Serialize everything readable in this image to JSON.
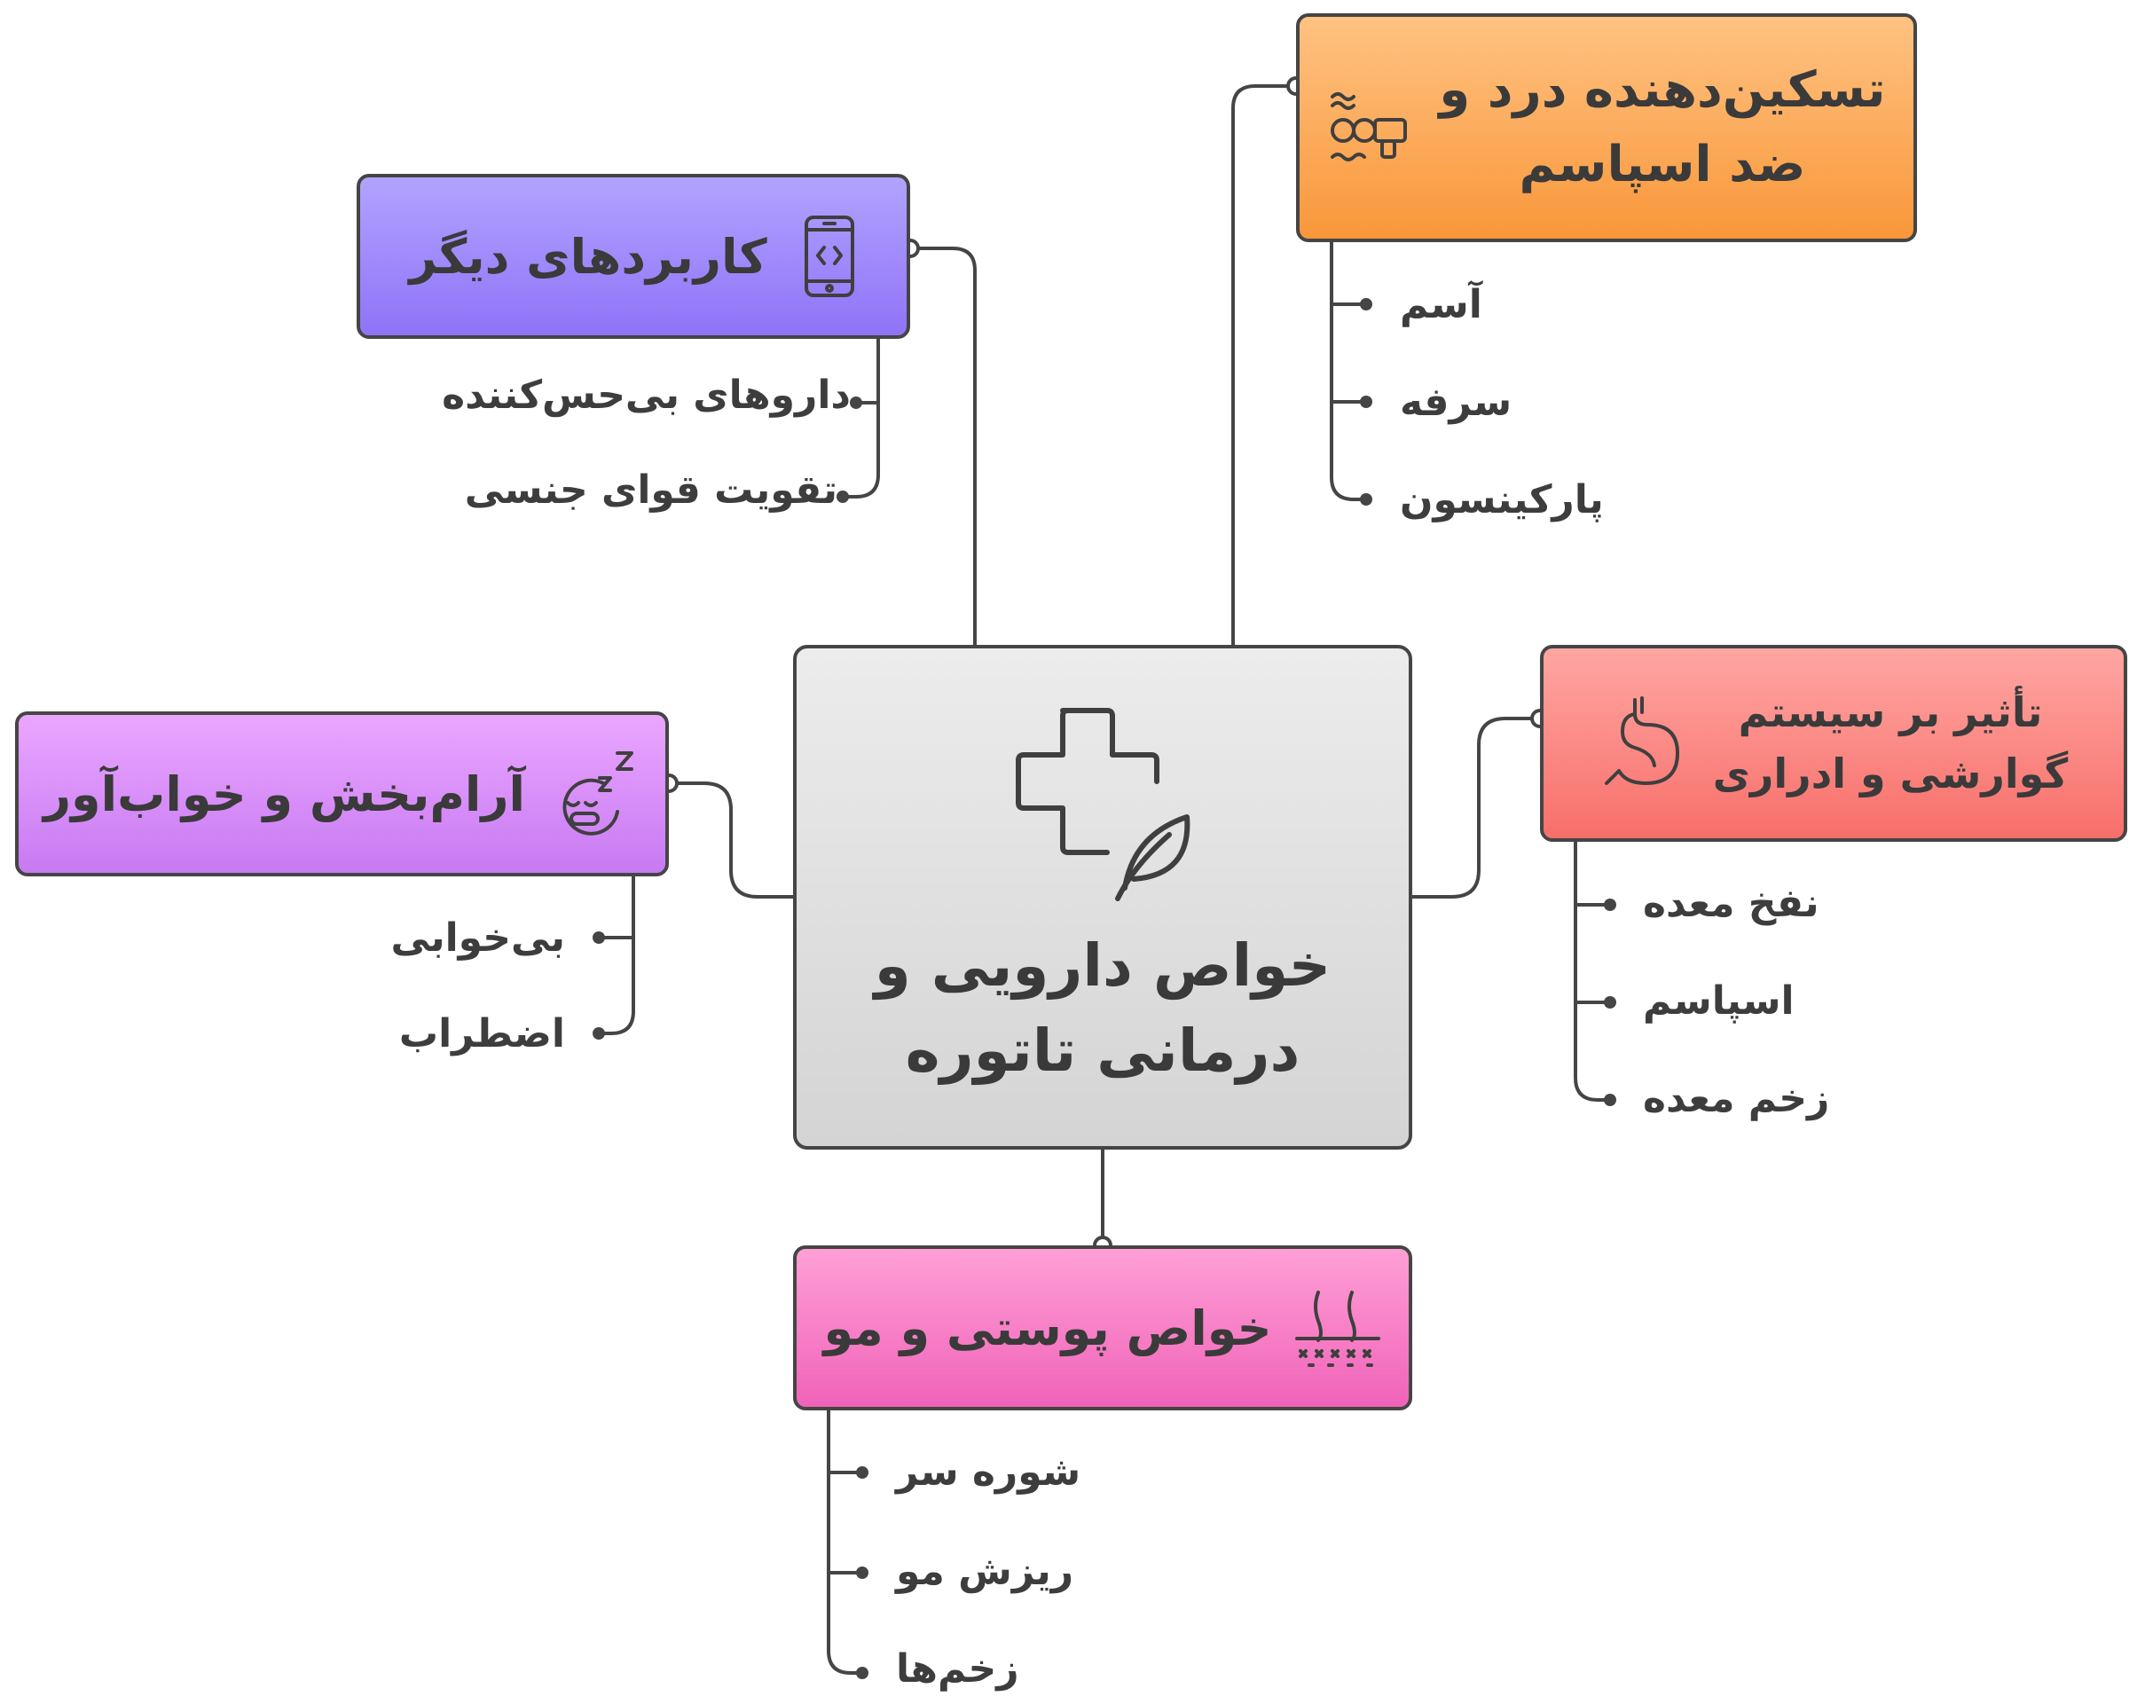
{
  "center": {
    "line1": "خواص دارویی و",
    "line2": "درمانی تاتوره",
    "icon": "medical-cross-leaf-icon"
  },
  "branches": {
    "other": {
      "title": "کاربردهای دیگر",
      "icon": "mobile-code-icon",
      "color": "#9b82fb",
      "items": [
        "داروهای بی‌حس‌کننده",
        "تقویت قوای جنسی"
      ]
    },
    "pain": {
      "line1": "تسکین‌دهنده درد و",
      "line2": "ضد اسپاسم",
      "icon": "tape-massager-icon",
      "color": "#fba85a",
      "items": [
        "آسم",
        "سرفه",
        "پارکینسون"
      ]
    },
    "relax": {
      "title": "آرام‌بخش و خواب‌آور",
      "icon": "sleeping-face-zzz-icon",
      "color": "#d48bf6",
      "items": [
        "بی‌خوابی",
        "اضطراب"
      ]
    },
    "digest": {
      "line1": "تأثیر بر سیستم",
      "line2": "گوارشی و ادراری",
      "icon": "stomach-icon",
      "color": "#fa8984",
      "items": [
        "نفخ معده",
        "اسپاسم",
        "زخم معده"
      ]
    },
    "skin": {
      "title": "خواص پوستی و مو",
      "icon": "hair-follicle-icon",
      "color": "#f57cc4",
      "items": [
        "شوره سر",
        "ریزش مو",
        "زخم‌ها"
      ]
    }
  }
}
